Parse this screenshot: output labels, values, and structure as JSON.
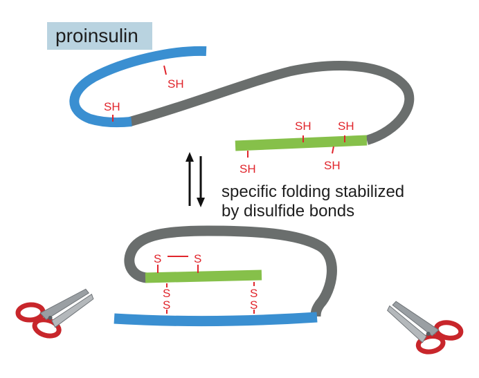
{
  "title": "proinsulin",
  "caption": {
    "line1": "specific folding stabilized",
    "line2": "by disulfide bonds"
  },
  "labels": {
    "sulfhydryl": "SH",
    "sulfur": "S"
  },
  "colors": {
    "b_chain": "#3a8fd1",
    "c_peptide": "#6a6e6d",
    "a_chain": "#86c04a",
    "bond": "#e0242b",
    "title_box": "#b9d3e0",
    "scissor_handle": "#c8262b",
    "blade": "#9a9fa3"
  },
  "icons": [
    "equilibrium-arrows-icon",
    "scissors-icon"
  ]
}
